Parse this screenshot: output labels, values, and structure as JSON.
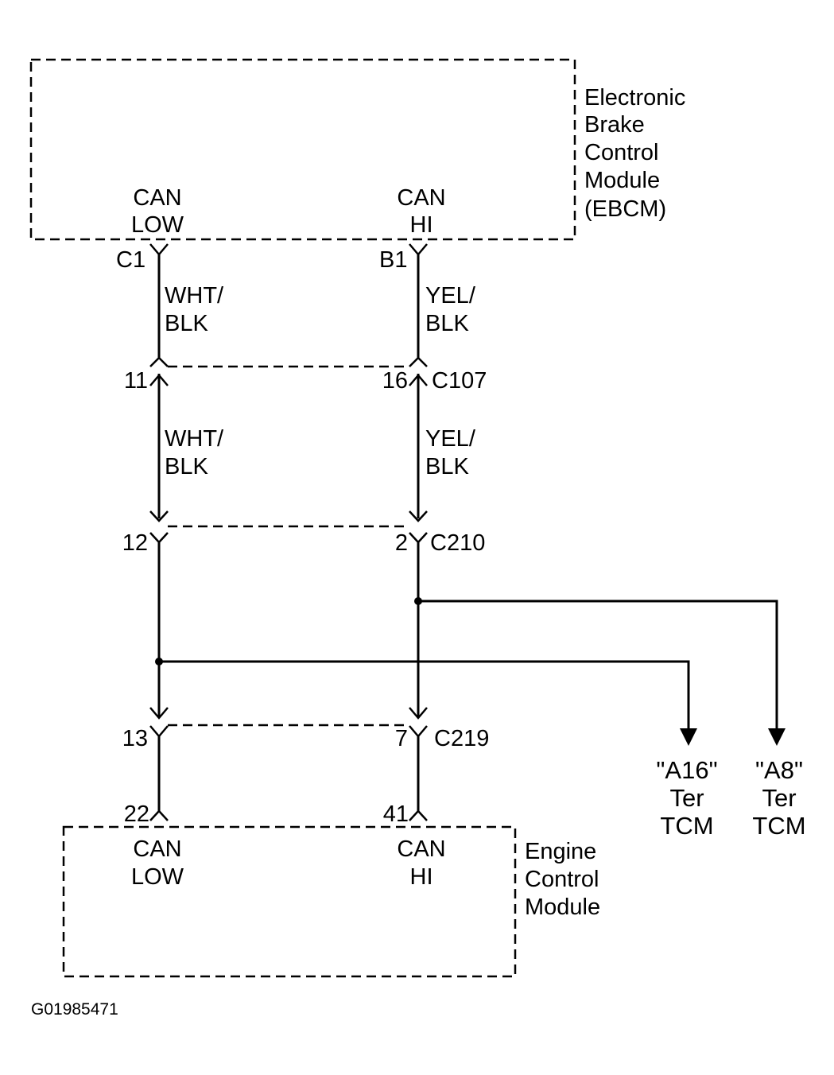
{
  "modules": {
    "ebcm": {
      "name_lines": [
        "Electronic",
        "Brake",
        "Control",
        "Module",
        "(EBCM)"
      ]
    },
    "ecm": {
      "name_lines": [
        "Engine",
        "Control",
        "Module"
      ]
    }
  },
  "pins": {
    "ebcm_low": [
      "CAN",
      "LOW"
    ],
    "ebcm_hi": [
      "CAN",
      "HI"
    ],
    "ecm_low": [
      "CAN",
      "LOW"
    ],
    "ecm_hi": [
      "CAN",
      "HI"
    ]
  },
  "terminals": {
    "c1": "C1",
    "b1": "B1",
    "t11": "11",
    "t16": "16",
    "c107": "C107",
    "t12": "12",
    "t2": "2",
    "c210": "C210",
    "t13": "13",
    "t7": "7",
    "c219": "C219",
    "t22": "22",
    "t41": "41"
  },
  "wires": {
    "low_top": [
      "WHT/",
      "BLK"
    ],
    "hi_top": [
      "YEL/",
      "BLK"
    ],
    "low_mid": [
      "WHT/",
      "BLK"
    ],
    "hi_mid": [
      "YEL/",
      "BLK"
    ]
  },
  "destinations": {
    "a16": [
      "\"A16\"",
      "Ter",
      "TCM"
    ],
    "a8": [
      "\"A8\"",
      "Ter",
      "TCM"
    ]
  },
  "figure_id": "G01985471"
}
